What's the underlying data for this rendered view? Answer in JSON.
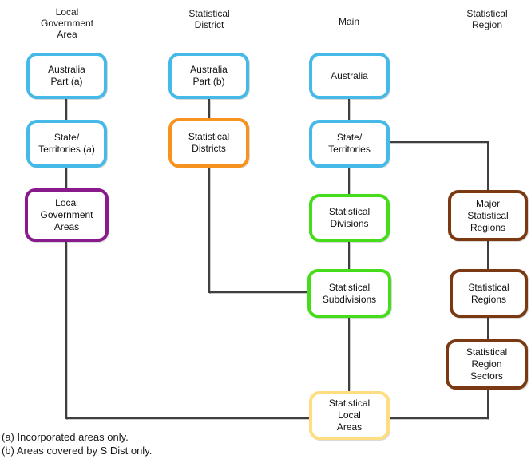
{
  "headers": {
    "lga": "Local\nGovernment\nArea",
    "sdist": "Statistical\nDistrict",
    "main": "Main",
    "sregion": "Statistical\nRegion"
  },
  "boxes": {
    "australia_part_a": "Australia\nPart (a)",
    "state_territories_a": "State/\nTerritories (a)",
    "local_government_areas": "Local\nGovernment\nAreas",
    "australia_part_b": "Australia\nPart (b)",
    "statistical_districts": "Statistical\nDistricts",
    "australia": "Australia",
    "state_territories": "State/\nTerritories",
    "statistical_divisions": "Statistical\nDivisions",
    "statistical_subdivisions": "Statistical\nSubdivisions",
    "statistical_local_areas": "Statistical\nLocal\nAreas",
    "major_statistical_regions": "Major\nStatistical\nRegions",
    "statistical_regions": "Statistical\nRegions",
    "statistical_region_sectors": "Statistical\nRegion\nSectors"
  },
  "colors": {
    "blue": "#45B9E8",
    "orange": "#F6921E",
    "purple": "#891A8B",
    "green": "#45DC19",
    "brown": "#7A3913",
    "yellow": "#FFDE82",
    "line": "#3F3F3F"
  },
  "footnotes": {
    "a": "(a) Incorporated areas only.",
    "b": "(b) Areas covered by S Dist only."
  }
}
